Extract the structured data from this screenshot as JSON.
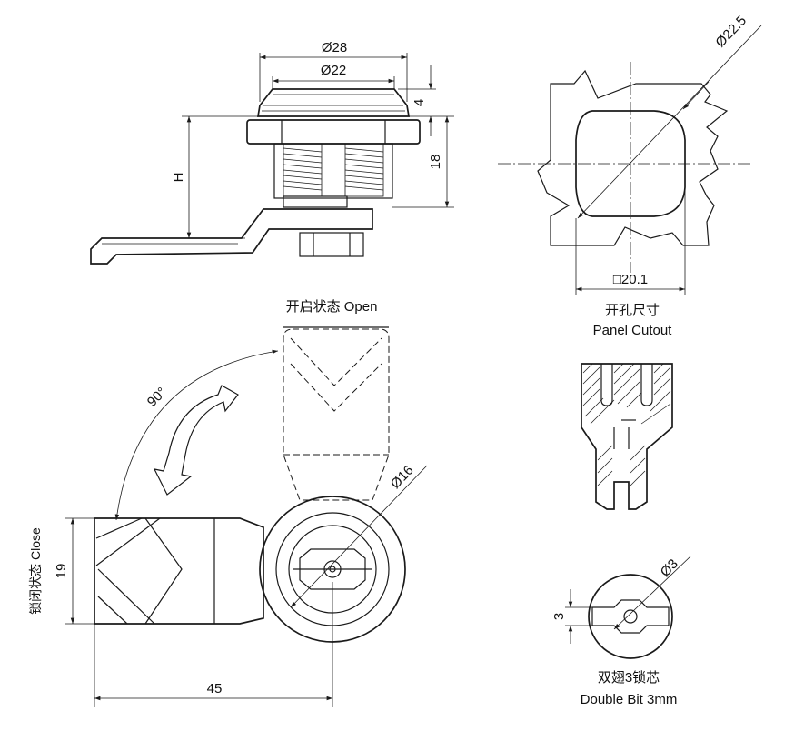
{
  "top_view": {
    "dia_outer": "Ø28",
    "dia_inner": "Ø22",
    "flange": "4",
    "length": "18",
    "height": "H"
  },
  "cutout": {
    "dia": "Ø22.5",
    "square": "□20.1",
    "label_cn": "开孔尺寸",
    "label_en": "Panel Cutout"
  },
  "rotation": {
    "open_label": "开启状态 Open",
    "angle": "90°",
    "close_label": "锁闭状态 Close",
    "dia_body": "Ø16",
    "width": "19",
    "length": "45"
  },
  "bit": {
    "dia": "Ø3",
    "width": "3",
    "label_cn": "双翅3锁芯",
    "label_en": "Double Bit 3mm"
  }
}
